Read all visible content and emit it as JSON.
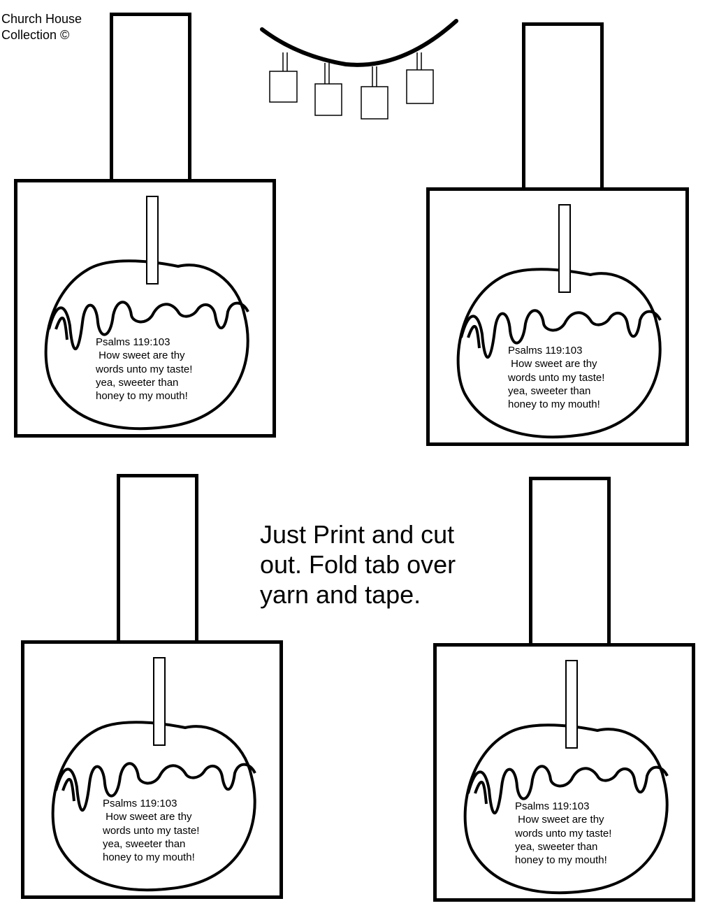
{
  "credit": "Church House\nCollection ©",
  "instructions": "Just Print and cut\nout. Fold tab over\nyarn and tape.",
  "cards": [
    {
      "verse": "Psalms 119:103\n How sweet are thy\nwords unto my taste!\nyea, sweeter than\nhoney to my mouth!"
    },
    {
      "verse": "Psalms 119:103\n How sweet are thy\nwords unto my taste!\nyea, sweeter than\nhoney to my mouth!"
    },
    {
      "verse": "Psalms 119:103\n How sweet are thy\nwords unto my taste!\nyea, sweeter than\nhoney to my mouth!"
    },
    {
      "verse": "Psalms 119:103\n How sweet are thy\nwords unto my taste!\nyea, sweeter than\nhoney to my mouth!"
    }
  ]
}
